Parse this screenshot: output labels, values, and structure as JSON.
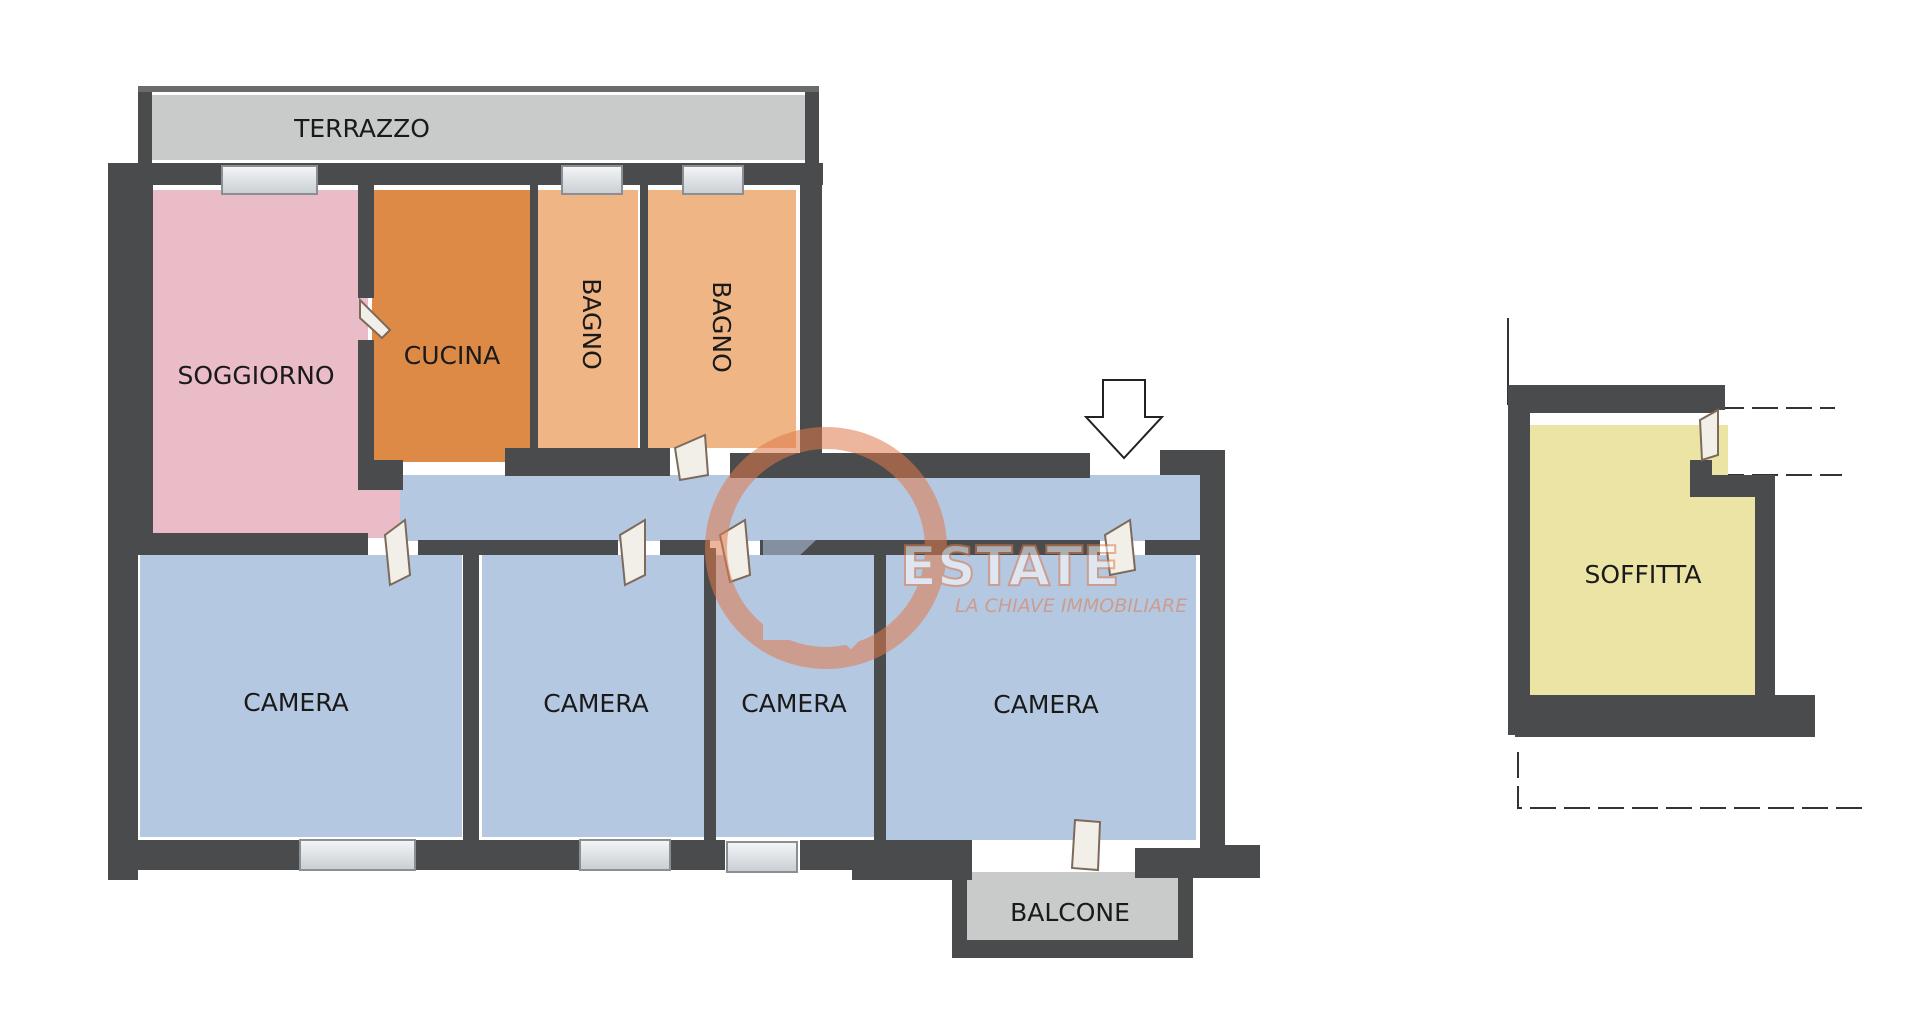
{
  "rooms": {
    "terrazzo": "TERRAZZO",
    "soggiorno": "SOGGIORNO",
    "cucina": "CUCINA",
    "bagno_1": "BAGNO",
    "bagno_2": "BAGNO",
    "camera_1": "CAMERA",
    "camera_2": "CAMERA",
    "camera_3": "CAMERA",
    "camera_4": "CAMERA",
    "balcone": "BALCONE",
    "soffitta": "SOFFITTA"
  },
  "watermark": {
    "brand": "ESTATE",
    "tagline": "LA CHIAVE IMMOBILIARE"
  },
  "colors": {
    "wall": "#4a4b4d",
    "soggiorno": "#e9bcc8",
    "cucina": "#de8a47",
    "bagno": "#efb585",
    "camera": "#b5c8e2",
    "terrazzo": "#c9cbcb",
    "soffitta": "#ece4a5",
    "watermark": "#e07a4a"
  },
  "icons": {
    "entrance": "arrow-down-icon",
    "windows": "window-icon",
    "doors": "door-icon"
  }
}
